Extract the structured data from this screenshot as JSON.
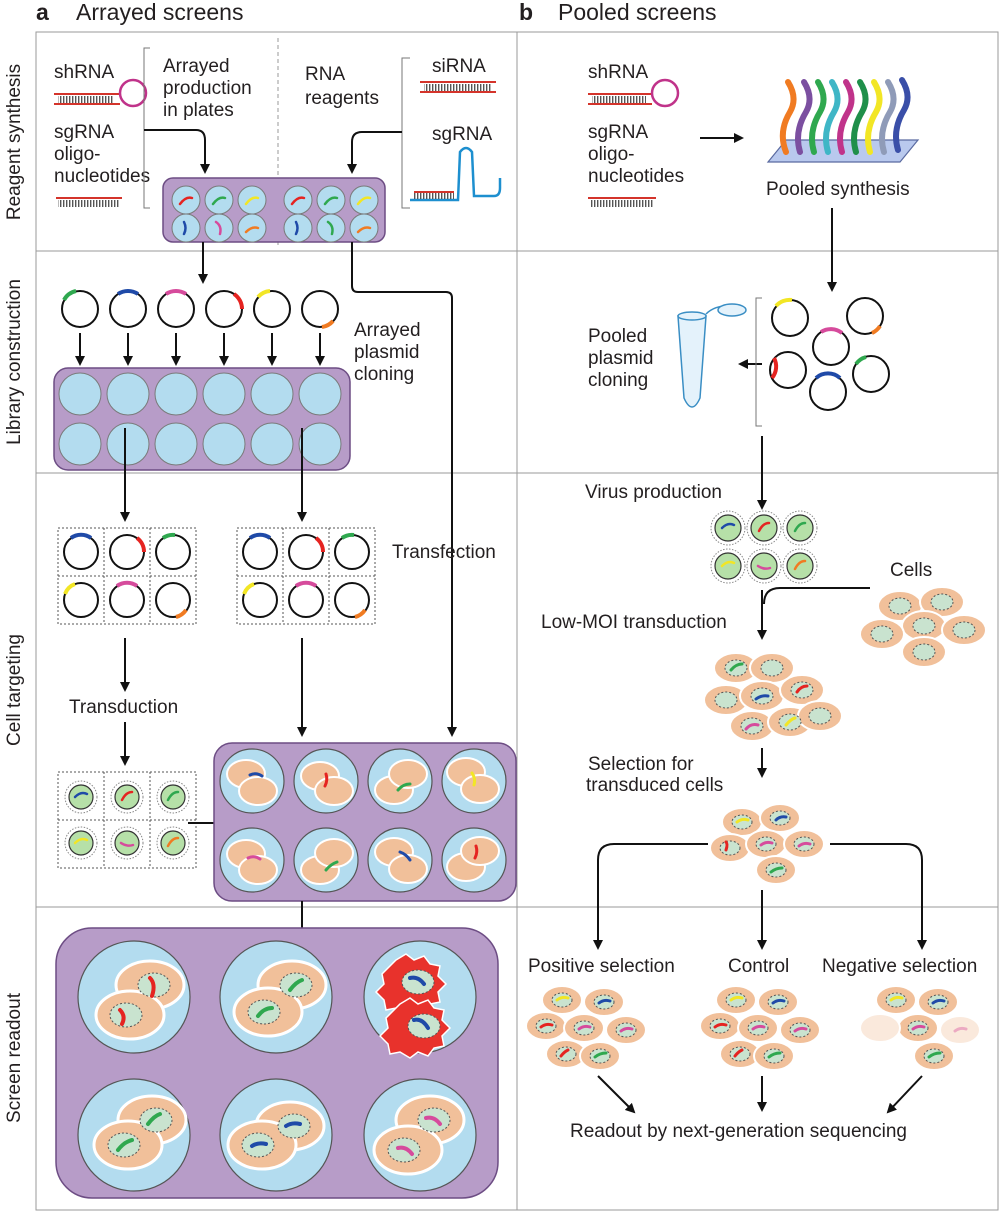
{
  "panels": {
    "a": {
      "letter": "a",
      "title": "Arrayed screens"
    },
    "b": {
      "letter": "b",
      "title": "Pooled screens"
    }
  },
  "rows": [
    "Reagent synthesis",
    "Library construction",
    "Cell targeting",
    "Screen readout"
  ],
  "arrayed": {
    "shrna": "shRNA",
    "sgrna_oligo": [
      "sgRNA",
      "oligo-",
      "nucleotides"
    ],
    "arrayed_production": [
      "Arrayed",
      "production",
      "in plates"
    ],
    "rna_reagents": [
      "RNA",
      "reagents"
    ],
    "sirna": "siRNA",
    "sgrna": "sgRNA",
    "plasmid_cloning": [
      "Arrayed",
      "plasmid",
      "cloning"
    ],
    "transfection": "Transfection",
    "transduction": "Transduction"
  },
  "pooled": {
    "shrna": "shRNA",
    "sgrna_oligo": [
      "sgRNA",
      "oligo-",
      "nucleotides"
    ],
    "pooled_synthesis": "Pooled synthesis",
    "plasmid_cloning": [
      "Pooled",
      "plasmid",
      "cloning"
    ],
    "virus_production": "Virus production",
    "cells": "Cells",
    "low_moi": "Low-MOI transduction",
    "selection": [
      "Selection for",
      "transduced cells"
    ],
    "positive": "Positive selection",
    "control": "Control",
    "negative": "Negative selection",
    "readout": "Readout by next-generation sequencing"
  },
  "colors": {
    "plate": "#b79cc8",
    "well": "#b3dcef",
    "cell": "#f1c09a",
    "nucleus": "#c9e3cf",
    "dead_cell": "#e8322c",
    "rna": "#d4342b",
    "dna": "#1d8fcf",
    "inserts": [
      "#2fa84f",
      "#1f4aa8",
      "#d64b9c",
      "#e52421",
      "#f2e625",
      "#f07b22"
    ]
  }
}
